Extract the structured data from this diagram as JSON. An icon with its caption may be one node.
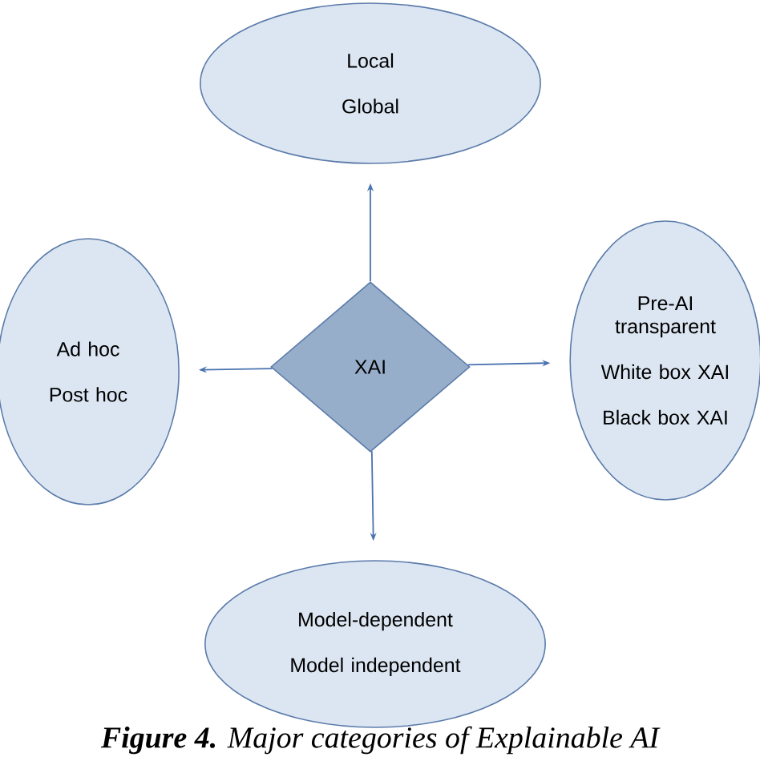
{
  "diagram": {
    "caption": "**Figure 4.** Major categories of Explainable AI",
    "nodes": [
      {
        "text": [
          "XAI"
        ]
      },
      {
        "text": [
          "Local",
          "Global"
        ]
      },
      {
        "text": [
          "Ad hoc",
          "Post hoc"
        ]
      },
      {
        "text": [
          "Pre-AI transparent",
          "White box XAI",
          "Black box XAI"
        ]
      },
      {
        "text": [
          "Model-dependent",
          "Model independent"
        ]
      }
    ],
    "edges": [
      {
        "from": 0,
        "to": 1,
        "arrow": "to"
      },
      {
        "from": 0,
        "to": 2,
        "arrow": "to"
      },
      {
        "from": 0,
        "to": 3,
        "arrow": "to"
      },
      {
        "from": 0,
        "to": 4,
        "arrow": "to"
      }
    ]
  }
}
